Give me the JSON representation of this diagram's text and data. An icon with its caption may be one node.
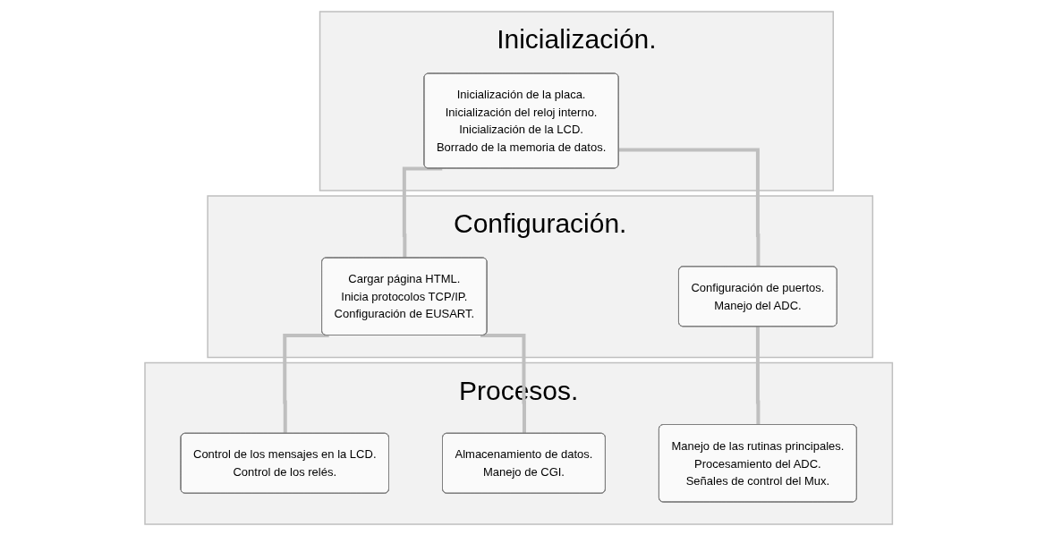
{
  "diagram": {
    "nodes": [
      {
        "text": [
          "Inicialización."
        ]
      },
      {
        "text": [
          "Inicialización de la placa.",
          "Inicialización del reloj interno.",
          "Inicialización de la LCD.",
          "Borrado de la memoria de datos."
        ],
        "in": 0
      },
      {
        "text": [
          "Configuración."
        ]
      },
      {
        "text": [
          "Cargar página HTML.",
          "Inicia protocolos TCP/IP.",
          "Configuración de EUSART."
        ],
        "in": 2
      },
      {
        "text": [
          "Configuración de puertos.",
          "Manejo del ADC."
        ],
        "in": 2
      },
      {
        "text": [
          "Procesos."
        ]
      },
      {
        "text": [
          "Control de los mensajes en la LCD.",
          "Control de los relés."
        ],
        "in": 5
      },
      {
        "text": [
          "Almacenamiento de datos.",
          "Manejo de CGI."
        ],
        "in": 5
      },
      {
        "text": [
          "Manejo de las rutinas principales.",
          "Procesamiento del  ADC.",
          "Señales de control del Mux."
        ],
        "in": 5
      }
    ],
    "edges": [
      {
        "from": 1,
        "to": 3,
        "arrow": "none"
      },
      {
        "from": 1,
        "to": 4,
        "arrow": "none"
      },
      {
        "from": 3,
        "to": 6,
        "arrow": "none"
      },
      {
        "from": 3,
        "to": 7,
        "arrow": "none"
      },
      {
        "from": 4,
        "to": 8,
        "arrow": "none"
      }
    ]
  }
}
